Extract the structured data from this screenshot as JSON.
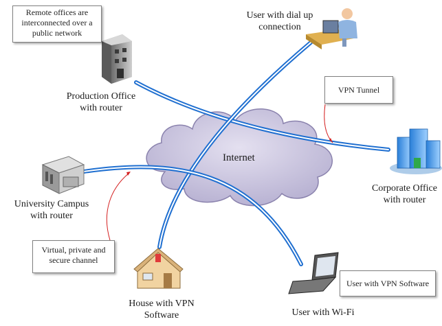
{
  "callouts": {
    "remote_offices": [
      "Remote offices are",
      "interconnected over a",
      "public network"
    ],
    "vpn_tunnel": "VPN Tunnel",
    "virtual_channel": [
      "Virtual, private and",
      "secure channel"
    ],
    "user_vpn_software": "User with VPN Software"
  },
  "cloud": {
    "label": "Internet"
  },
  "nodes": {
    "dialup_user": [
      "User with dial up",
      "connection"
    ],
    "production_office": [
      "Production Office",
      "with router"
    ],
    "corporate_office": [
      "Corporate Office",
      "with router"
    ],
    "university_campus": [
      "University Campus",
      "with router"
    ],
    "house_vpn": [
      "House with VPN",
      "Software"
    ],
    "wifi_user": "User with Wi-Fi"
  },
  "colors": {
    "tunnel_outer": "#1f6fd0",
    "tunnel_inner": "#ffffff",
    "cloud_fill": "#c8c3dc",
    "cloud_stroke": "#8a82ad",
    "pointer": "#d42020"
  }
}
